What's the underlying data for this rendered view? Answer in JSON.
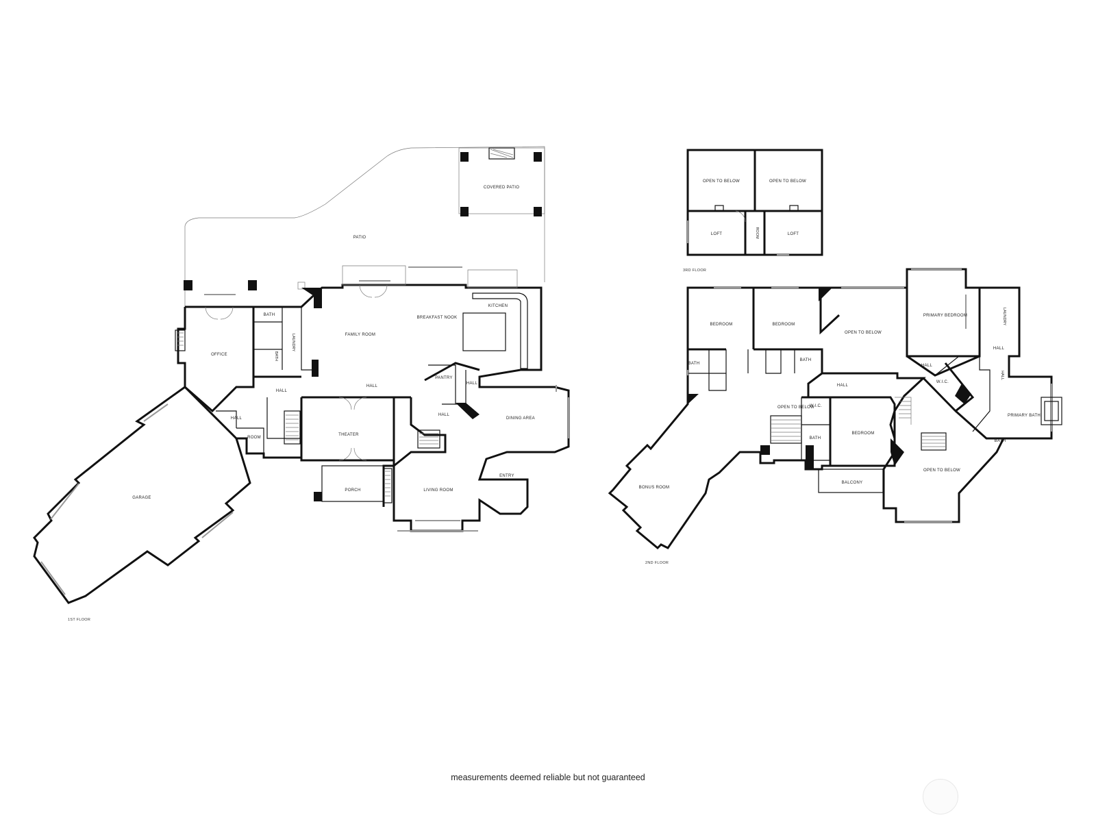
{
  "footer": {
    "note": "measurements deemed reliable but not guaranteed"
  },
  "floors": {
    "first": {
      "label": "1ST FLOOR",
      "rooms": {
        "patio": "PATIO",
        "covered_patio": "COVERED PATIO",
        "office": "OFFICE",
        "bath": "BATH",
        "bath_2": "BATH",
        "laundry": "LAUNDRY",
        "family_room": "FAMILY ROOM",
        "breakfast_nook": "BREAKFAST NOOK",
        "kitchen": "KITCHEN",
        "pantry": "PANTRY",
        "hall_kitchen": "HALL",
        "hall_main": "HALL",
        "hall_family": "HALL",
        "hall_garage": "HALL",
        "hall_dining": "HALL",
        "room": "ROOM",
        "theater": "THEATER",
        "dining_area": "DINING AREA",
        "garage": "GARAGE",
        "porch": "PORCH",
        "living_room": "LIVING ROOM",
        "entry": "ENTRY"
      }
    },
    "second": {
      "label": "2ND FLOOR",
      "rooms": {
        "bedroom_1": "BEDROOM",
        "bedroom_2": "BEDROOM",
        "open_to_below_top": "OPEN TO BELOW",
        "primary_bedroom": "PRIMARY BEDROOM",
        "laundry": "LAUNDRY",
        "hall_laundry": "HALL",
        "hall_primary": "HALL",
        "hall_vertical": "HALL",
        "bath_left": "BATH",
        "bath_mid": "BATH",
        "hall_main": "HALL",
        "wic_primary": "W.I.C.",
        "primary_bath": "PRIMARY BATH",
        "bath_primary_small": "BATH",
        "open_to_below_stair": "OPEN TO BELOW",
        "wic_small": "W.I.C.",
        "bath_center": "BATH",
        "bedroom_3": "BEDROOM",
        "balcony": "BALCONY",
        "open_to_below_right": "OPEN TO BELOW",
        "bonus_room": "BONUS ROOM"
      }
    },
    "third": {
      "label": "3RD FLOOR",
      "rooms": {
        "open_to_below_left": "OPEN TO BELOW",
        "open_to_below_right": "OPEN TO BELOW",
        "loft_left": "LOFT",
        "loft_right": "LOFT",
        "room": "ROOM"
      }
    }
  }
}
